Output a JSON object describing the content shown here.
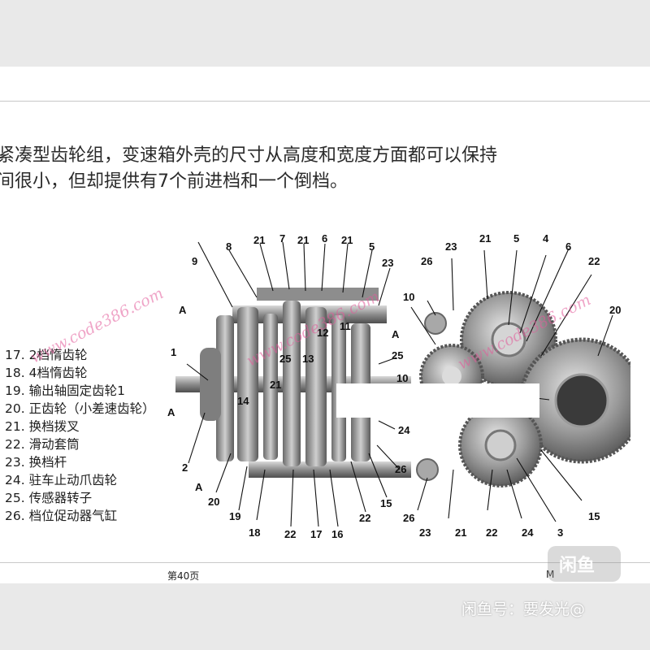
{
  "intro": {
    "line1": "紧凑型齿轮组，变速箱外壳的尺寸从高度和宽度方面都可以保持",
    "line2": "间很小，但却提供有7个前进档和一个倒档。"
  },
  "legend": [
    "17. 2档惰齿轮",
    "18. 4档惰齿轮",
    "19. 输出轴固定齿轮1",
    "20. 正齿轮（小差速齿轮）",
    "21. 换档拨叉",
    "22. 滑动套筒",
    "23. 换档杆",
    "24. 驻车止动爪齿轮",
    "25. 传感器转子",
    "26. 档位促动器气缸"
  ],
  "diagram_labels": {
    "l1": "1",
    "l2": "2",
    "l3": "3",
    "l4": "4",
    "l5": "5",
    "l6": "6",
    "l7": "7",
    "l8": "8",
    "l9": "9",
    "l10": "10",
    "l11": "11",
    "l12": "12",
    "l13": "13",
    "l14": "14",
    "l15": "15",
    "l16": "16",
    "l17": "17",
    "l18": "18",
    "l19": "19",
    "l20": "20",
    "l21": "21",
    "l22": "22",
    "l23": "23",
    "l24": "24",
    "l25": "25",
    "l26": "26",
    "lA": "A"
  },
  "watermark": "www.code386.com",
  "footer": {
    "page": "第40页",
    "right": "M"
  },
  "app_badge": "闲鱼",
  "seller": "闲鱼号：要发光@"
}
